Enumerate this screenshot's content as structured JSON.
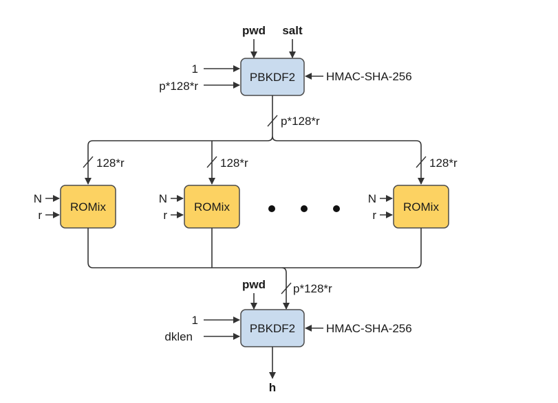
{
  "colors": {
    "pbkdf2_fill": "#c9dbee",
    "pbkdf2_stroke": "#4a4a4a",
    "romix_fill": "#fcd262",
    "romix_stroke": "#4a4a4a",
    "line": "#333333"
  },
  "top_pbkdf2": {
    "label": "PBKDF2",
    "input_pwd": "pwd",
    "input_salt": "salt",
    "input_one": "1",
    "input_len": "p*128*r",
    "hmac": "HMAC-SHA-256",
    "output_width": "p*128*r"
  },
  "romix": {
    "label": "ROMix",
    "input_n": "N",
    "input_r": "r",
    "width": "128*r",
    "ellipsis_count": 3
  },
  "bottom_pbkdf2": {
    "label": "PBKDF2",
    "input_pwd": "pwd",
    "input_width": "p*128*r",
    "input_one": "1",
    "input_dklen": "dklen",
    "hmac": "HMAC-SHA-256",
    "output": "h"
  }
}
